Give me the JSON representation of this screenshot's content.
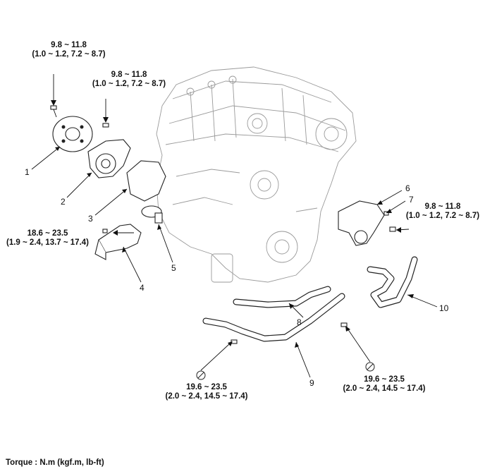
{
  "torque_labels": {
    "t1": {
      "line1": "9.8 ~ 11.8",
      "line2": "(1.0 ~ 1.2, 7.2 ~ 8.7)"
    },
    "t2": {
      "line1": "9.8 ~ 11.8",
      "line2": "(1.0 ~ 1.2, 7.2 ~ 8.7)"
    },
    "t3": {
      "line1": "18.6 ~ 23.5",
      "line2": "(1.9 ~ 2.4, 13.7 ~ 17.4)"
    },
    "t4": {
      "line1": "9.8 ~ 11.8",
      "line2": "(1.0 ~ 1.2, 7.2 ~ 8.7)"
    },
    "t5": {
      "line1": "19.6 ~ 23.5",
      "line2": "(2.0 ~ 2.4, 14.5 ~ 17.4)"
    },
    "t6": {
      "line1": "19.6 ~ 23.5",
      "line2": "(2.0 ~ 2.4, 14.5 ~ 17.4)"
    }
  },
  "callouts": [
    "1",
    "2",
    "3",
    "4",
    "5",
    "6",
    "7",
    "8",
    "9",
    "10"
  ],
  "footer": "Torque : N.m (kgf.m, lb-ft)"
}
